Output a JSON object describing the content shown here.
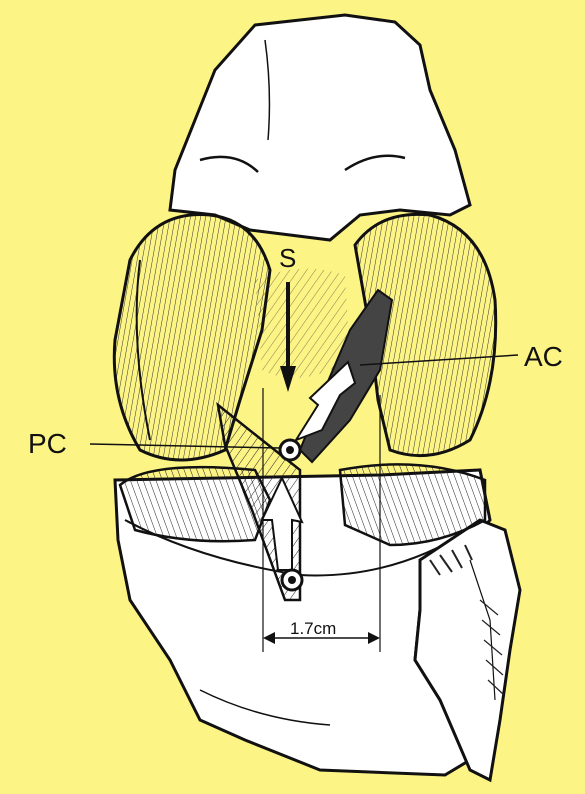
{
  "figure": {
    "background_color": "#fdf486",
    "line_color": "#111111",
    "bone_fill": "#ffffff",
    "ligament_fill": "#444444"
  },
  "labels": {
    "s": "S",
    "ac": "AC",
    "pc": "PC",
    "measurement": "1.7cm"
  }
}
